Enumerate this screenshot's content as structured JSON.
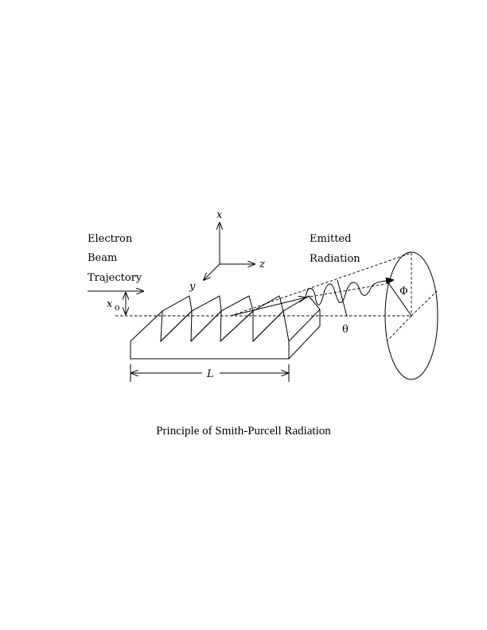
{
  "labels": {
    "beam_line1": "Electron",
    "beam_line2": "Beam",
    "beam_line3": "Trajectory",
    "offset_symbol": "x",
    "offset_subscript": "o",
    "axis_x": "x",
    "axis_y": "y",
    "axis_z": "z",
    "emitted_line1": "Emitted",
    "emitted_line2": "Radiation",
    "angle_theta": "θ",
    "angle_phi": "Φ",
    "length": "L"
  },
  "caption": "Principle of Smith-Purcell Radiation"
}
